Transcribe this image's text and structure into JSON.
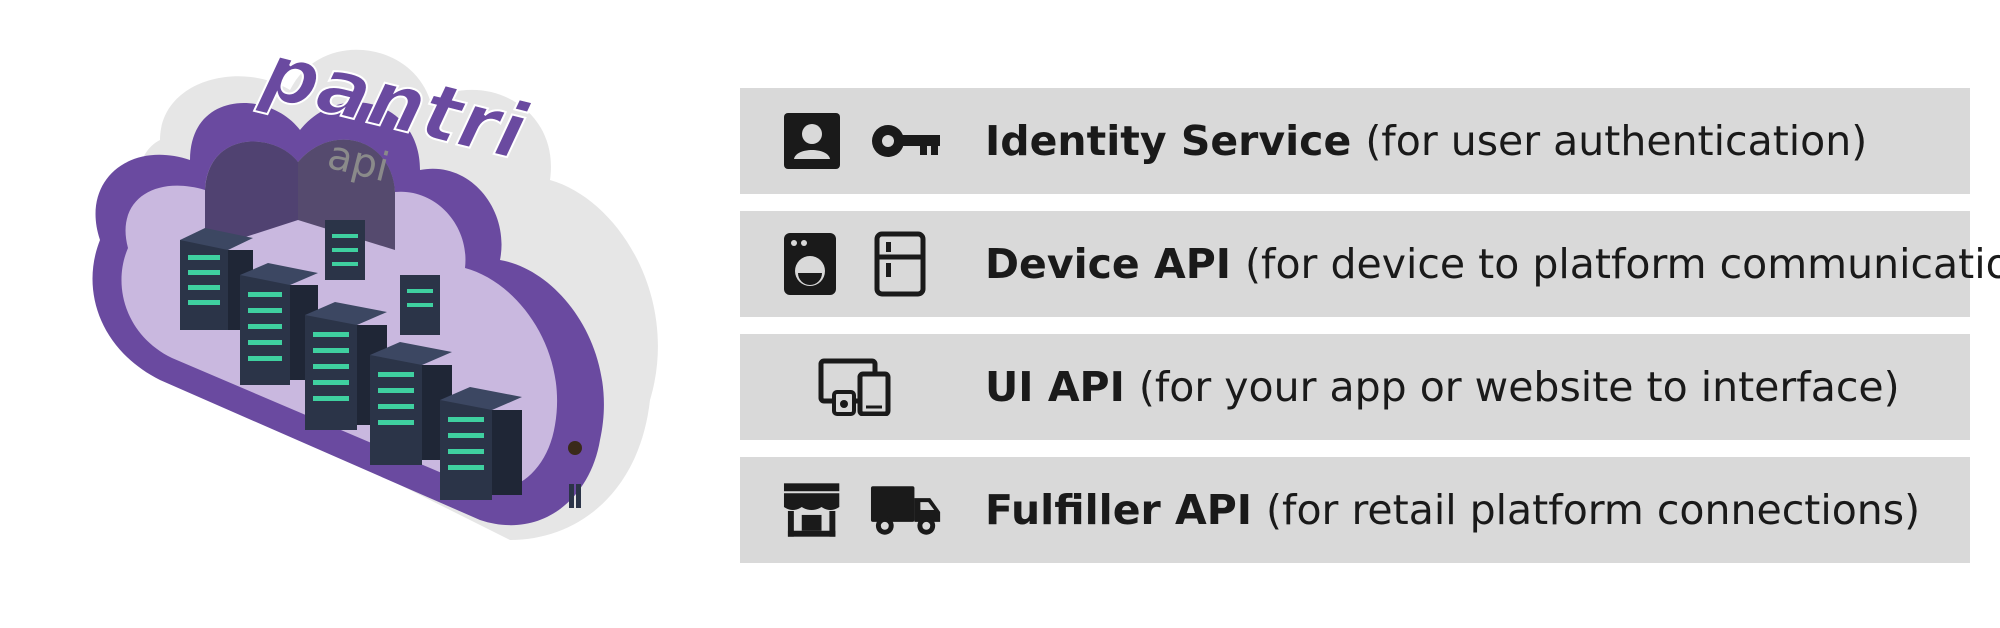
{
  "brand": {
    "logo_text": "pantri",
    "logo_sub": "api",
    "colors": {
      "brand_purple": "#6a4aa0",
      "cloud_outer": "#e6e6e6",
      "cloud_inner": "#c9b8df",
      "panel_bg": "#d9d9d9",
      "text": "#1a1a1a",
      "server": "#2b3448",
      "server_led": "#3fd0a0"
    }
  },
  "services": [
    {
      "name": "Identity Service",
      "note": "(for user authentication)",
      "icons": [
        "user-card-icon",
        "key-icon"
      ]
    },
    {
      "name": "Device API",
      "note": "(for device to platform communication)",
      "icons": [
        "washing-machine-icon",
        "fridge-icon"
      ]
    },
    {
      "name": "UI API",
      "note": "(for your app or website to interface)",
      "icons": [
        "devices-icon"
      ]
    },
    {
      "name": "Fulfiller API",
      "note": "(for retail platform connections)",
      "icons": [
        "storefront-icon",
        "truck-icon"
      ]
    }
  ]
}
